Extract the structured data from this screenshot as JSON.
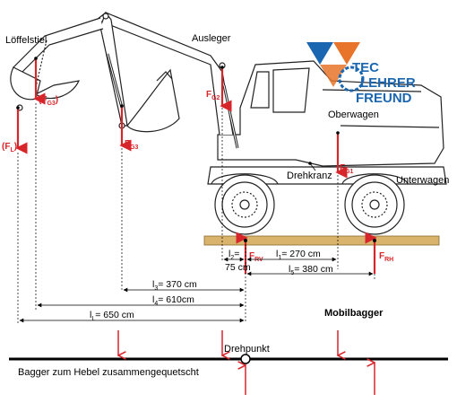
{
  "labels": {
    "loeffelstiel": "Löffelstiel",
    "ausleger": "Ausleger",
    "oberwagen": "Oberwagen",
    "drehkranz": "Drehkranz",
    "unterwagen": "Unterwagen",
    "mobilbagger": "Mobilbagger",
    "drehpunkt": "Drehpunkt",
    "hebel_caption": "Bagger zum Hebel zusammengequetscht"
  },
  "forces": {
    "fl": {
      "main": "(F",
      "sub": "L",
      "end": ")"
    },
    "fg3_paren": {
      "main": "(F",
      "sub": "G3",
      "end": ")"
    },
    "fg3": {
      "main": "F",
      "sub": "G3"
    },
    "fg2": {
      "main": "F",
      "sub": "G2"
    },
    "fg1": {
      "main": "F",
      "sub": "G1"
    },
    "frv": {
      "main": "F",
      "sub": "RV"
    },
    "frh": {
      "main": "F",
      "sub": "RH"
    }
  },
  "dimensions": {
    "l2": {
      "sym": "l",
      "sub": "2",
      "text": "=",
      "value": "75 cm"
    },
    "l1": {
      "sym": "l",
      "sub": "1",
      "text": "= 270 cm"
    },
    "l5": {
      "sym": "l",
      "sub": "5",
      "text": "= 380 cm"
    },
    "l3": {
      "sym": "l",
      "sub": "3",
      "text": "= 370 cm"
    },
    "l4": {
      "sym": "l",
      "sub": "4",
      "text": "= 610cm"
    },
    "ll": {
      "sym": "l",
      "sub": "L",
      "text": "= 650 cm"
    }
  },
  "logo": {
    "line1": "TEC",
    "line2": "LEHRER",
    "line3": "FREUND"
  },
  "colors": {
    "force": "#d7262b",
    "ground": "#d9b36b",
    "logo_blue": "#1b66b0",
    "logo_orange": "#e8742c"
  }
}
